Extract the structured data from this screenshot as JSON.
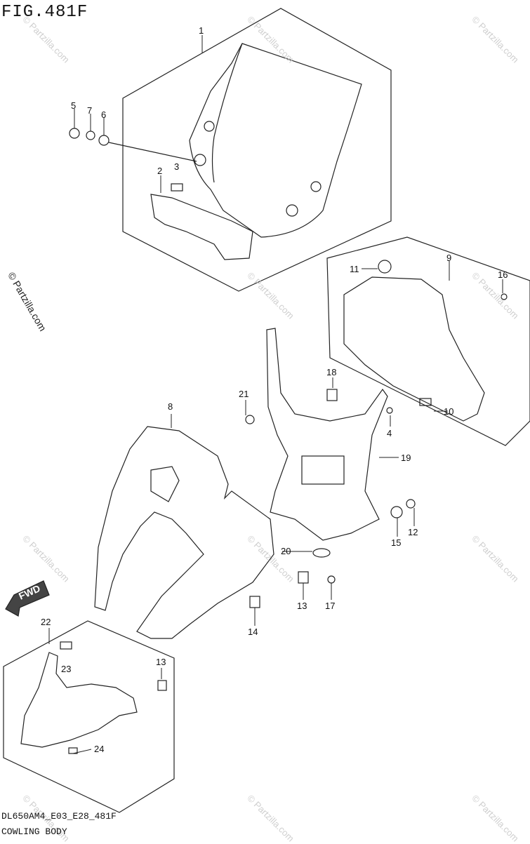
{
  "figure": {
    "title": "FIG.481F",
    "model_code": "DL650AM4_E03_E28_481F",
    "subtitle": "COWLING BODY",
    "fwd_label": "FWD",
    "side_mark": "© Partzilla.com",
    "watermark_text": "© Partzilla.com"
  },
  "parts": {
    "p1": "1",
    "p2": "2",
    "p3": "3",
    "p4": "4",
    "p5": "5",
    "p6": "6",
    "p7": "7",
    "p8": "8",
    "p9": "9",
    "p10": "10",
    "p11": "11",
    "p12": "12",
    "p13a": "13",
    "p13b": "13",
    "p14": "14",
    "p15": "15",
    "p16": "16",
    "p17": "17",
    "p18": "18",
    "p19": "19",
    "p20": "20",
    "p21": "21",
    "p22": "22",
    "p23": "23",
    "p24": "24"
  },
  "colors": {
    "line": "#222222",
    "watermark": "#cfcfcf",
    "background": "#ffffff"
  }
}
